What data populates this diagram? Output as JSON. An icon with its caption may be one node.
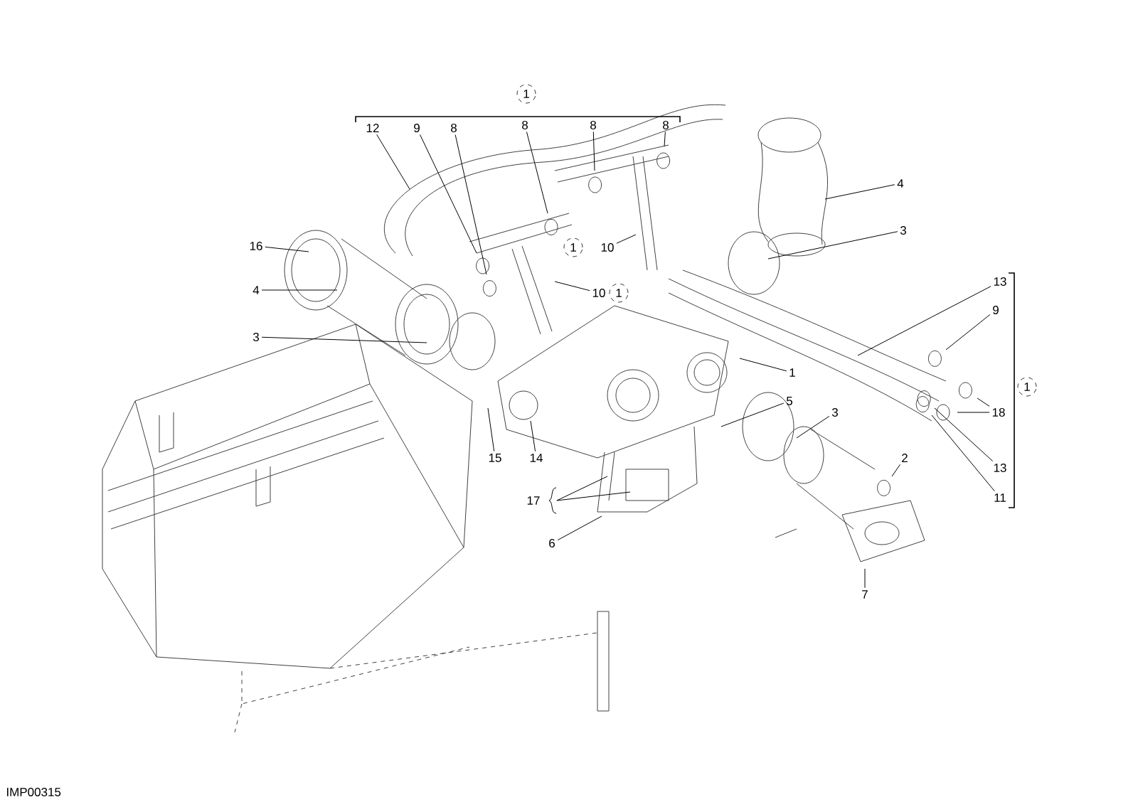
{
  "diagram": {
    "nodes": [
      {
        "text": [
          "12"
        ]
      },
      {
        "text": [
          "9"
        ]
      },
      {
        "text": [
          "8"
        ]
      },
      {
        "text": [
          "8"
        ]
      },
      {
        "text": [
          "8"
        ]
      },
      {
        "text": [
          "8"
        ]
      },
      {
        "text": [
          "16"
        ]
      },
      {
        "text": [
          "4"
        ]
      },
      {
        "text": [
          "3"
        ]
      },
      {
        "text": [
          "10"
        ]
      },
      {
        "text": [
          "10"
        ]
      },
      {
        "text": [
          "4"
        ]
      },
      {
        "text": [
          "3"
        ]
      },
      {
        "text": [
          "13"
        ]
      },
      {
        "text": [
          "9"
        ]
      },
      {
        "text": [
          "18"
        ]
      },
      {
        "text": [
          "13"
        ]
      },
      {
        "text": [
          "11"
        ]
      },
      {
        "text": [
          "2"
        ]
      },
      {
        "text": [
          "1"
        ]
      },
      {
        "text": [
          "5"
        ]
      },
      {
        "text": [
          "3"
        ]
      },
      {
        "text": [
          "15"
        ]
      },
      {
        "text": [
          "14"
        ]
      },
      {
        "text": [
          "17"
        ]
      },
      {
        "text": [
          "6"
        ]
      },
      {
        "text": [
          "7"
        ]
      }
    ],
    "edges": [
      {
        "from": 0,
        "to": null,
        "arrow": "none"
      },
      {
        "from": 1,
        "to": null,
        "arrow": "none"
      },
      {
        "from": 2,
        "to": null,
        "arrow": "none"
      },
      {
        "from": 3,
        "to": null,
        "arrow": "none"
      },
      {
        "from": 4,
        "to": null,
        "arrow": "none"
      },
      {
        "from": 5,
        "to": null,
        "arrow": "none"
      },
      {
        "from": 6,
        "to": null,
        "arrow": "none"
      },
      {
        "from": 7,
        "to": null,
        "arrow": "none"
      },
      {
        "from": 8,
        "to": null,
        "arrow": "none"
      },
      {
        "from": 9,
        "to": null,
        "arrow": "none"
      },
      {
        "from": 10,
        "to": null,
        "arrow": "none"
      },
      {
        "from": 11,
        "to": null,
        "arrow": "none"
      },
      {
        "from": 12,
        "to": null,
        "arrow": "none"
      },
      {
        "from": 13,
        "to": null,
        "arrow": "none"
      },
      {
        "from": 14,
        "to": null,
        "arrow": "none"
      },
      {
        "from": 15,
        "to": null,
        "arrow": "none"
      },
      {
        "from": 15,
        "to": null,
        "arrow": "none"
      },
      {
        "from": 16,
        "to": null,
        "arrow": "none"
      },
      {
        "from": 17,
        "to": null,
        "arrow": "none"
      },
      {
        "from": 18,
        "to": null,
        "arrow": "none"
      },
      {
        "from": 19,
        "to": null,
        "arrow": "none"
      },
      {
        "from": 20,
        "to": null,
        "arrow": "none"
      },
      {
        "from": 21,
        "to": null,
        "arrow": "none"
      },
      {
        "from": 22,
        "to": null,
        "arrow": "none"
      },
      {
        "from": 23,
        "to": null,
        "arrow": "none"
      },
      {
        "from": 24,
        "to": null,
        "arrow": "none"
      },
      {
        "from": 24,
        "to": null,
        "arrow": "none"
      },
      {
        "from": 25,
        "to": null,
        "arrow": "none"
      },
      {
        "from": 26,
        "to": null,
        "arrow": "none"
      }
    ],
    "labels": [
      "1",
      "1",
      "1",
      "1",
      "IMP00315"
    ]
  }
}
